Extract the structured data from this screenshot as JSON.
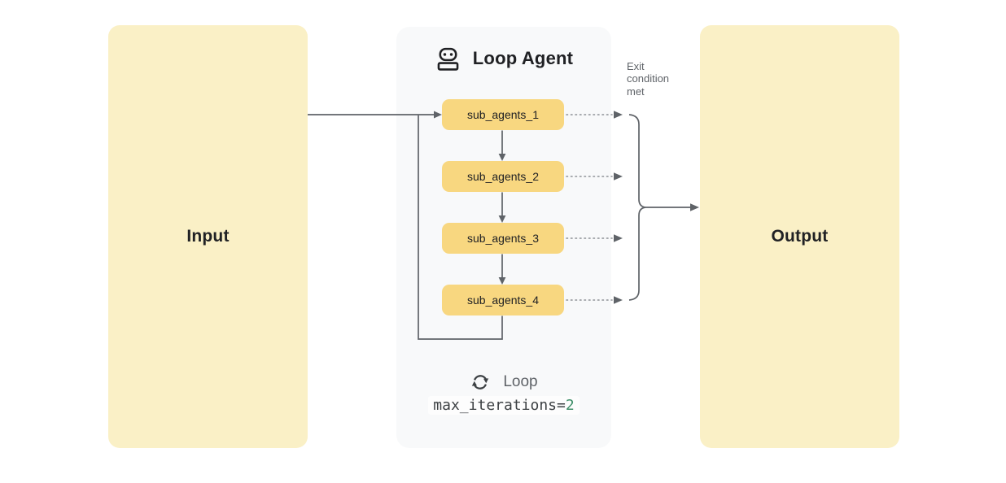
{
  "colors": {
    "background": "#ffffff",
    "io-box": "#faf0c6",
    "panel": "#f8f9fa",
    "agent-box": "#f8d780",
    "line": "#5f6368",
    "dot": "#8d9196",
    "text-dark": "#202124",
    "text-gray": "#5f6368",
    "code-text": "#3c4043",
    "code-value": "#3e8e68"
  },
  "input_box": {
    "label": "Input"
  },
  "output_box": {
    "label": "Output"
  },
  "loop_agent": {
    "title": "Loop Agent",
    "title_icon": "robot-icon",
    "sub_agents": [
      "sub_agents_1",
      "sub_agents_2",
      "sub_agents_3",
      "sub_agents_4"
    ],
    "footer": {
      "icon": "loop-sync-icon",
      "label": "Loop",
      "code_label": "max_iterations=",
      "code_value": "2"
    }
  },
  "annotations": {
    "exit_condition": "Exit condition met"
  }
}
